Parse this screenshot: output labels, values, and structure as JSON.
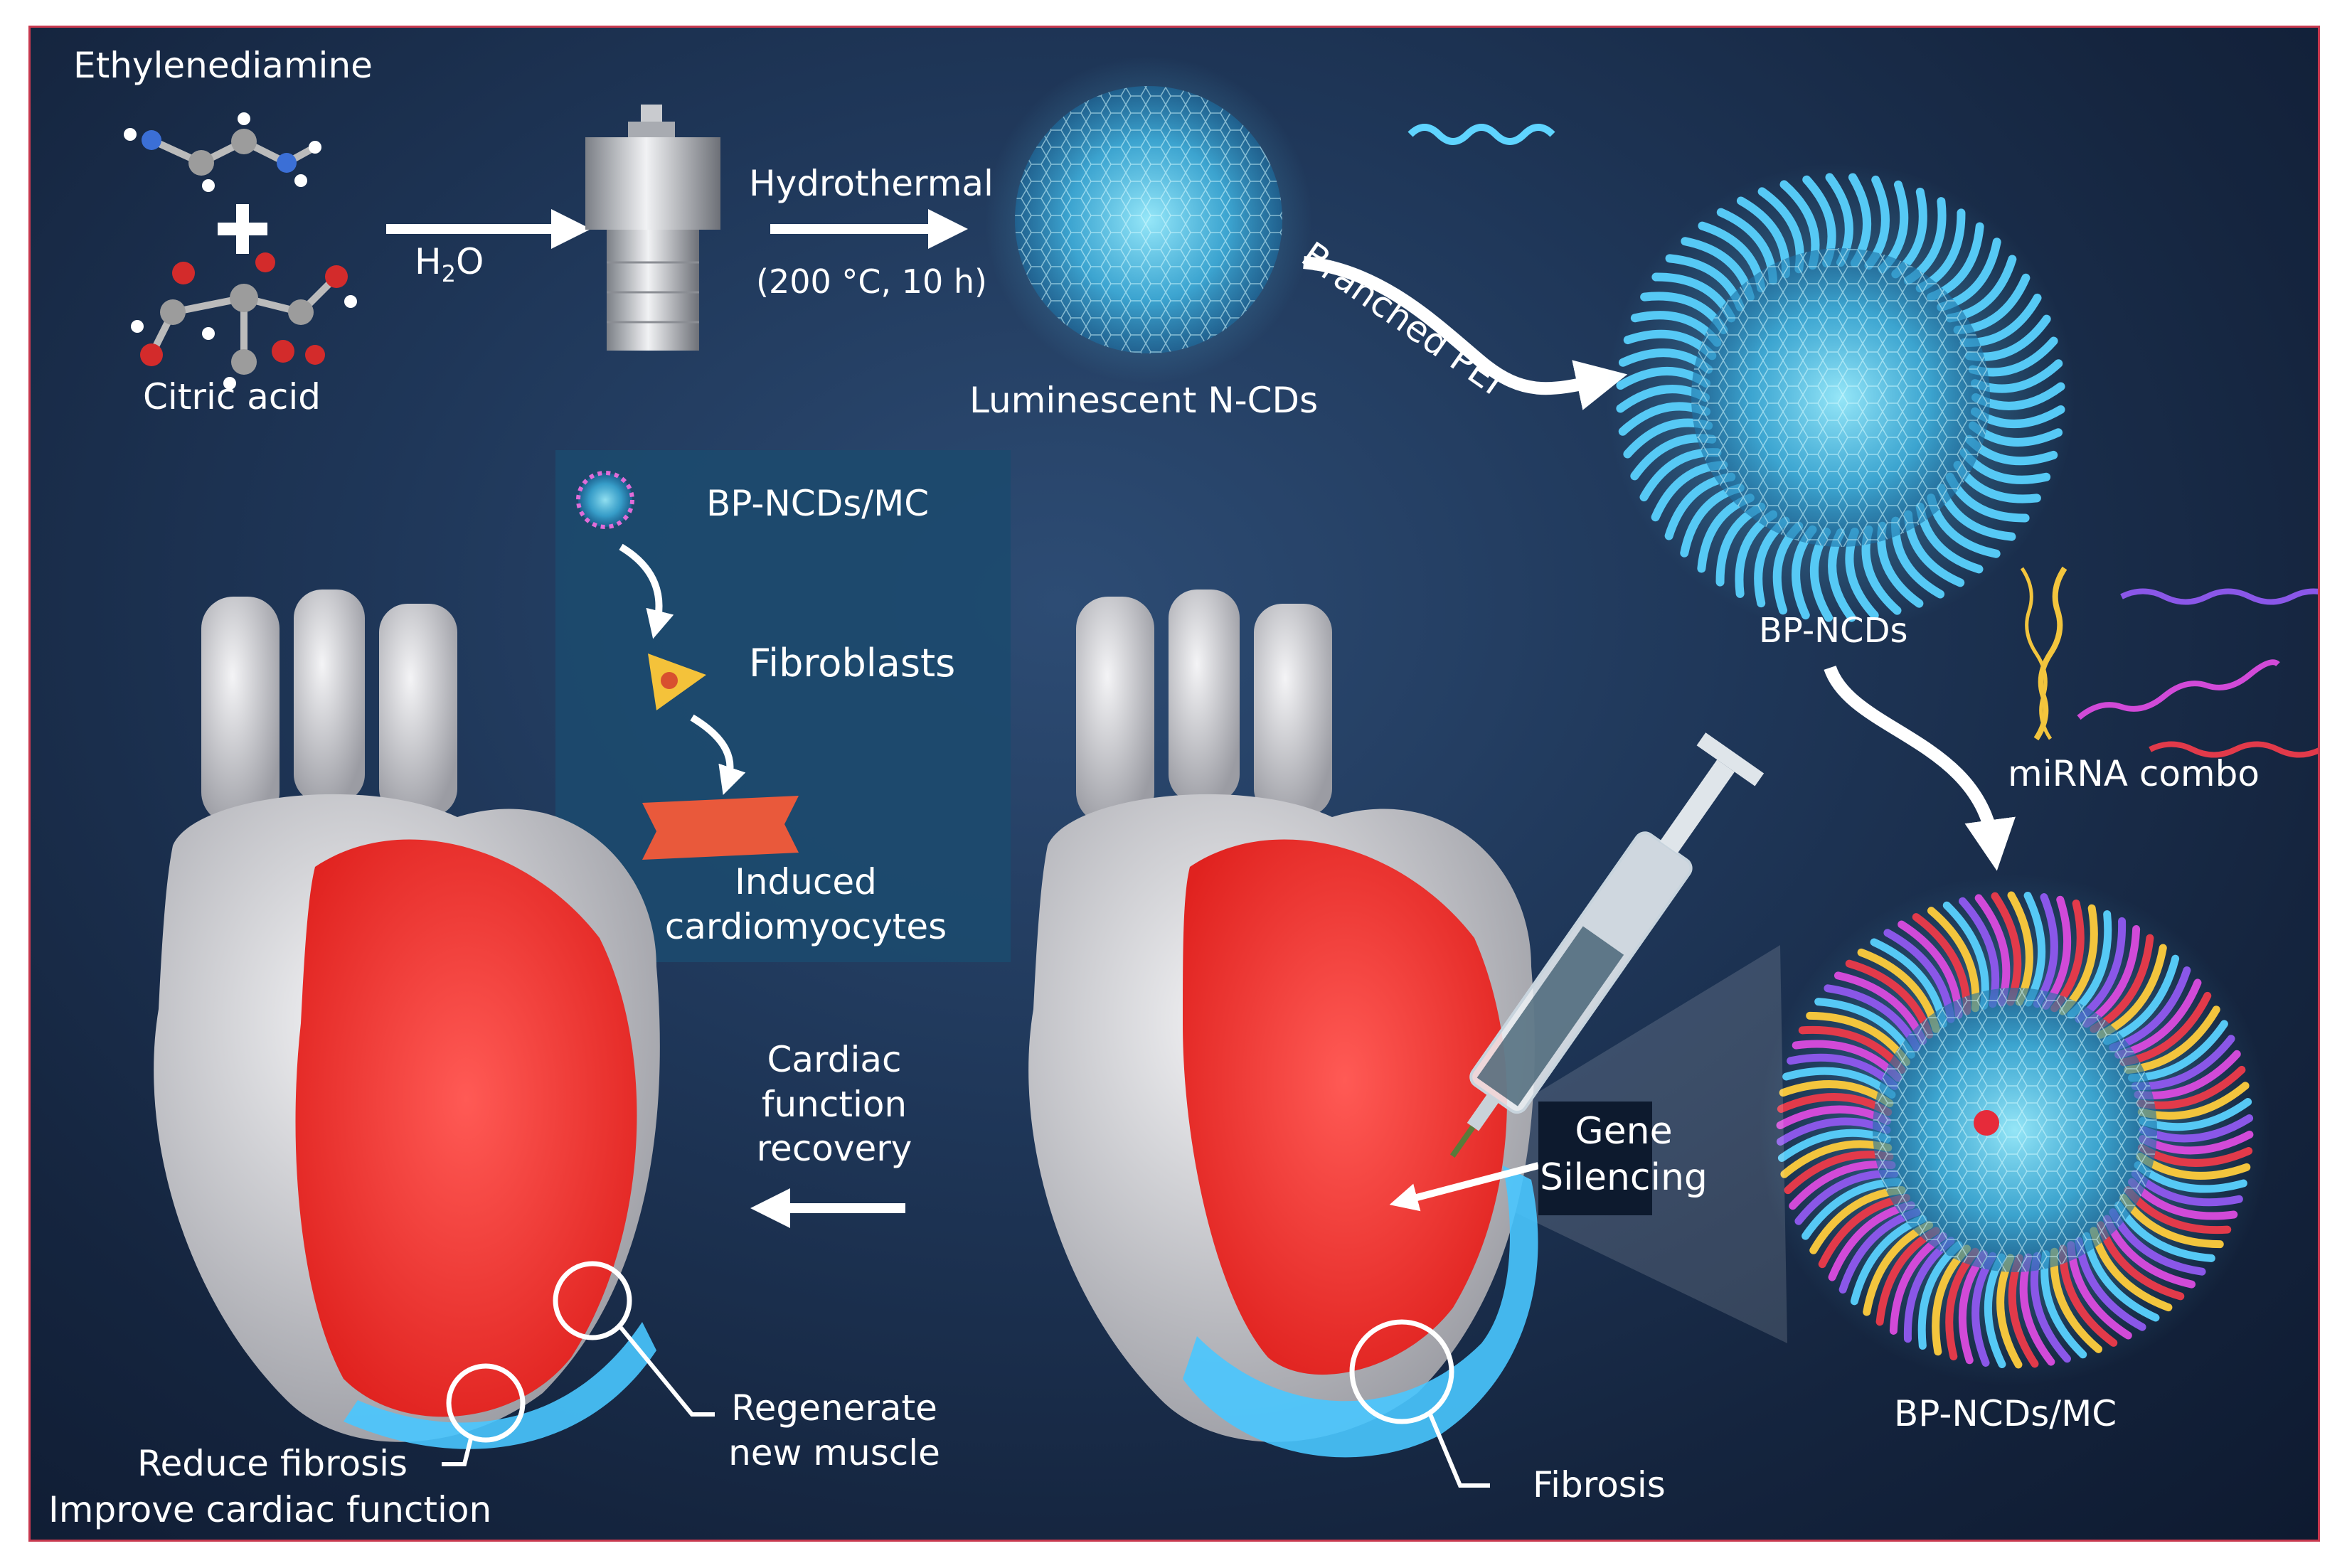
{
  "labels": {
    "ethylenediamine": "Ethylenediamine",
    "citric_acid": "Citric acid",
    "h2o_sub": "H",
    "h2o_num": "2",
    "h2o_o": "O",
    "hydrothermal": "Hydrothermal",
    "conditions": "(200 °C, 10 h)",
    "luminescent": "Luminescent N-CDs",
    "branched_pei": "Branched PEI",
    "bp_ncds": "BP-NCDs",
    "mirna": "miRNA combo",
    "bp_ncds_mc": "BP-NCDs/MC",
    "inset_bp": "BP-NCDs/MC",
    "fibroblasts": "Fibroblasts",
    "induced": "Induced\ncardiomyocytes",
    "cardiac_recovery": "Cardiac\nfunction\nrecovery",
    "gene_silencing": "Gene\nSilencing",
    "regenerate": "Regenerate\nnew muscle",
    "reduce_fibrosis": "Reduce fibrosis",
    "improve_function": "Improve cardiac function",
    "fibrosis": "Fibrosis"
  },
  "colors": {
    "background": "#1f3759",
    "frame": "#c8394f",
    "glow": "#5fd4ff",
    "heart_red": "#ff3b3b",
    "heart_gray": "#d8d8dc",
    "fibrosis_blue": "#49c6ff"
  }
}
